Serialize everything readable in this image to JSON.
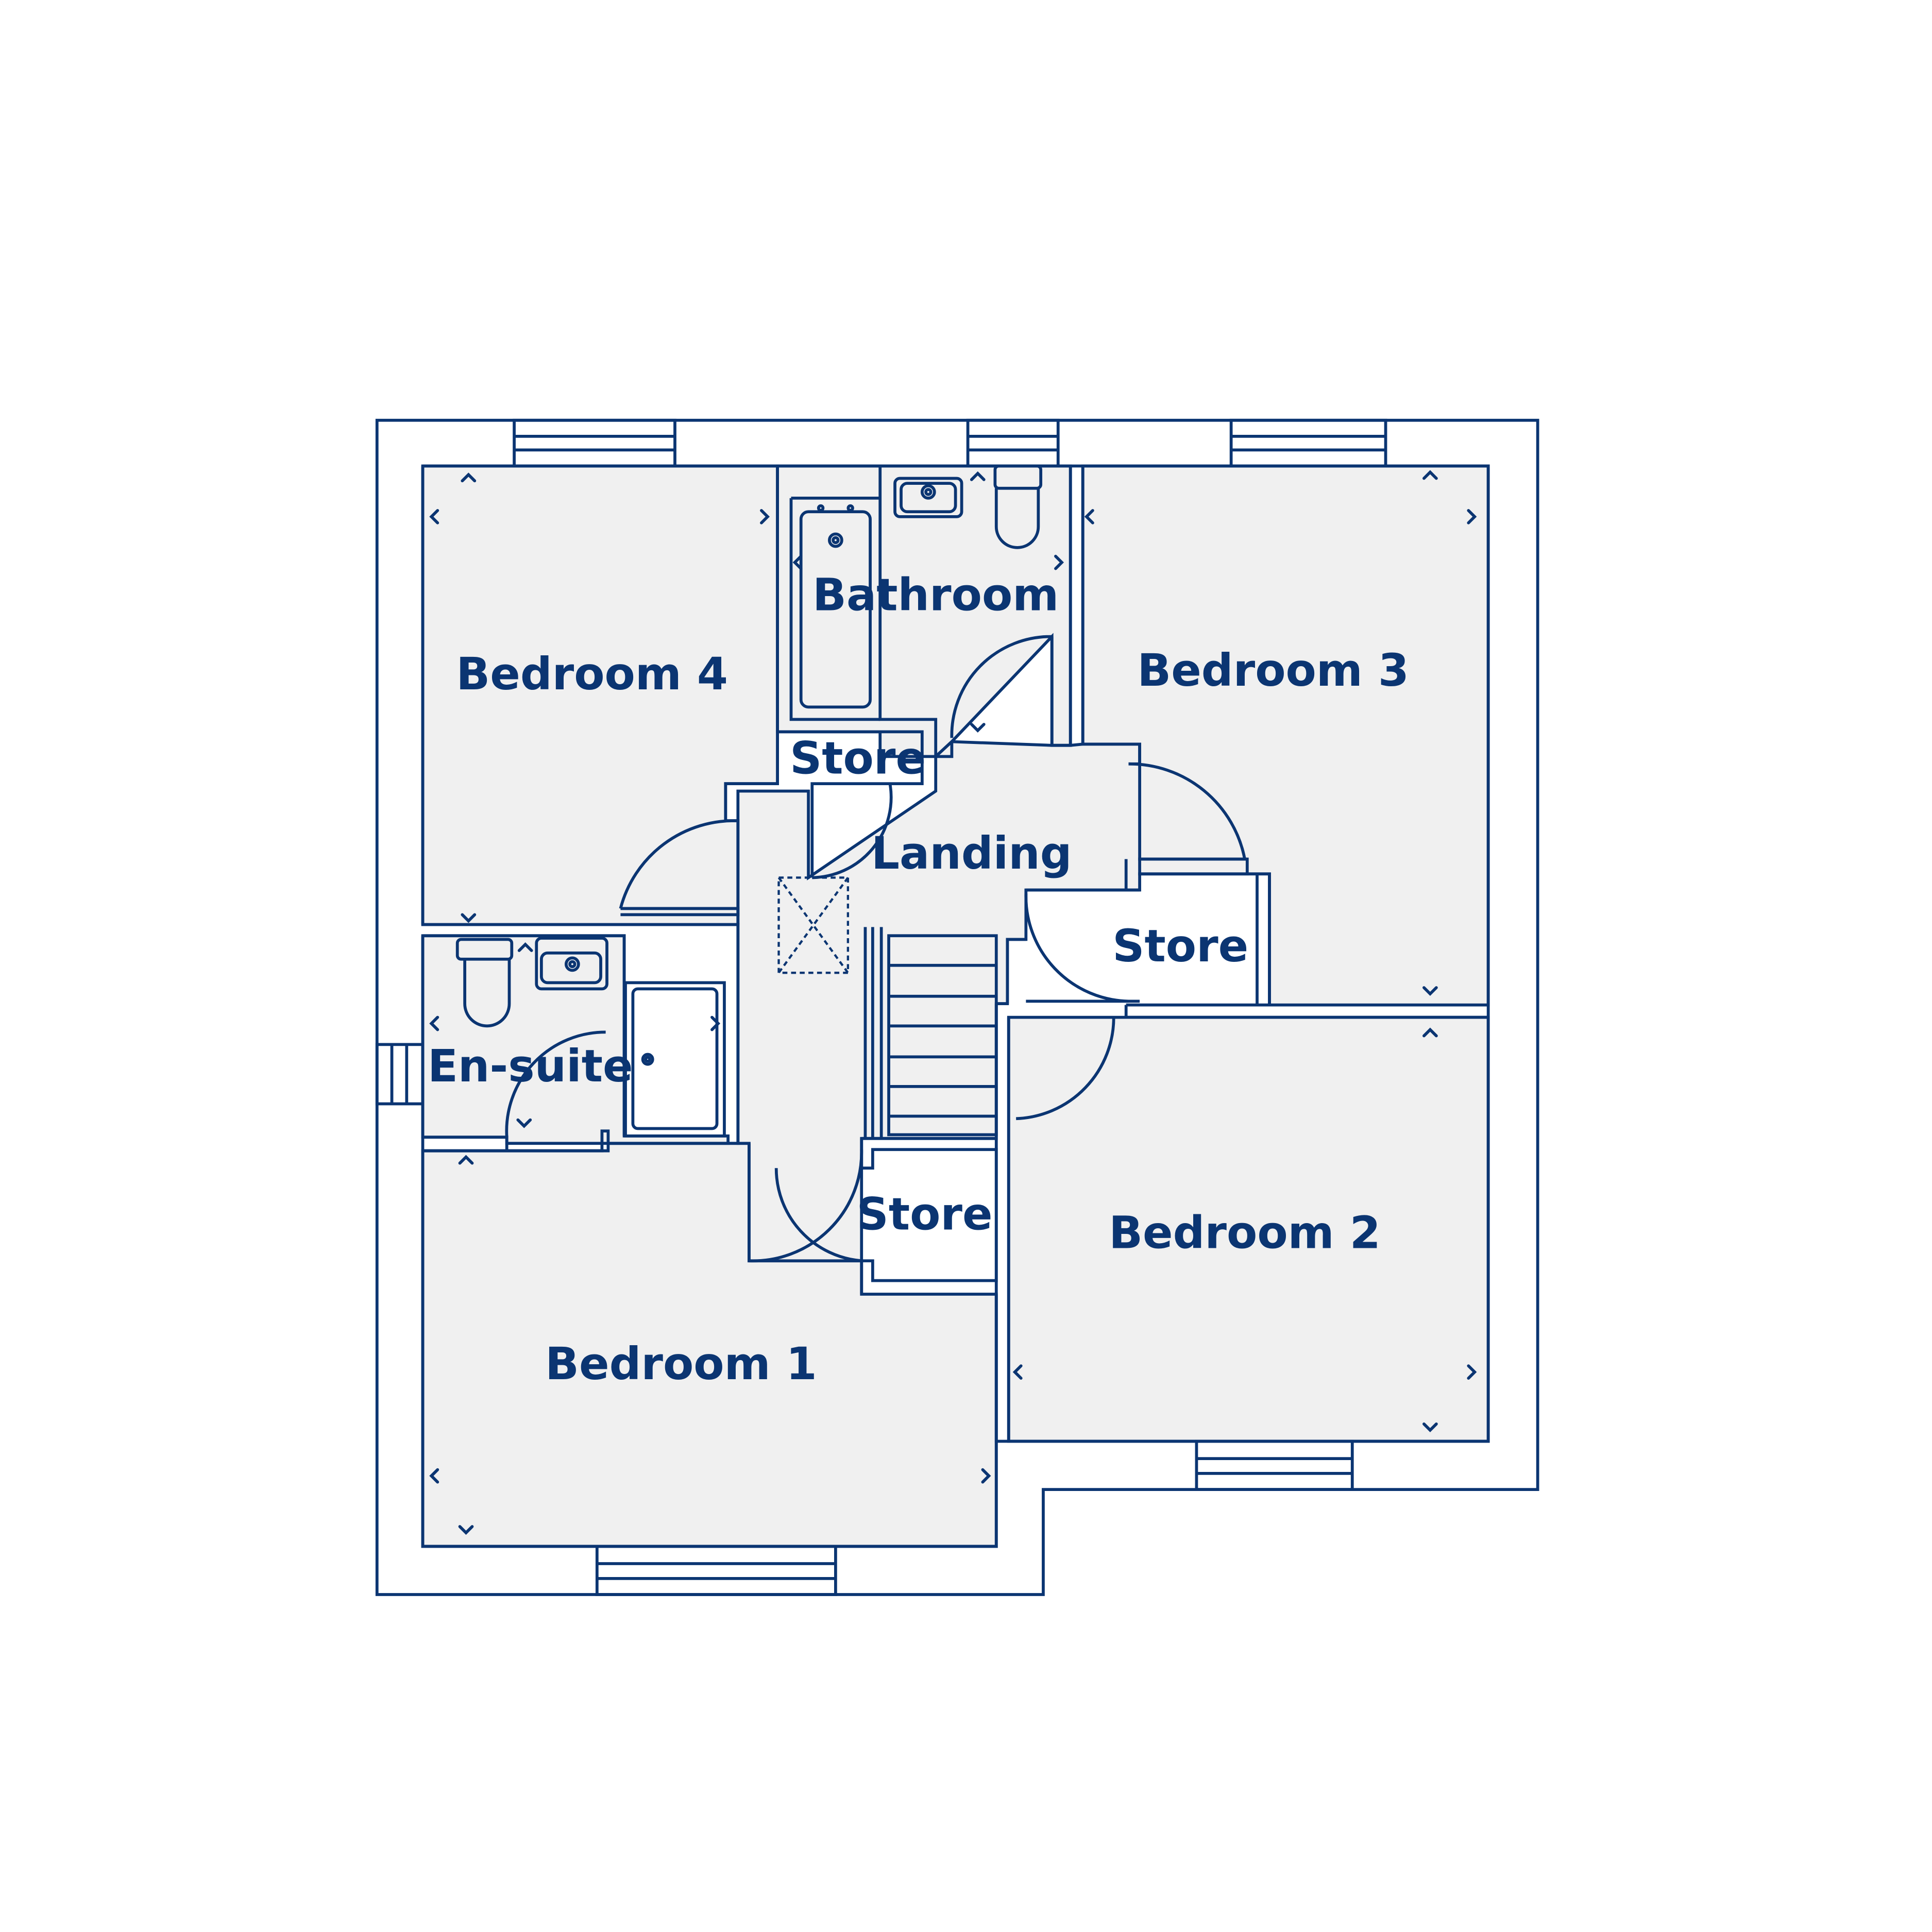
{
  "colors": {
    "line": "#0b3572",
    "room_fill": "#f0f0f0",
    "background": "#ffffff"
  },
  "rooms": {
    "bedroom_4": "Bedroom 4",
    "bathroom": "Bathroom",
    "bedroom_3": "Bedroom 3",
    "store_upper": "Store",
    "landing": "Landing",
    "store_right": "Store",
    "en_suite": "En-suite",
    "store_lower": "Store",
    "bedroom_2": "Bedroom 2",
    "bedroom_1": "Bedroom 1"
  },
  "icons": {
    "dimension_marker": "chevron-arrow-icon",
    "loft_hatch": "loft-hatch-icon",
    "toilet": "toilet-icon",
    "basin": "basin-icon",
    "bath": "bath-icon",
    "shower": "shower-icon",
    "window": "window-icon",
    "door_swing": "door-swing-icon",
    "staircase": "staircase-icon"
  }
}
